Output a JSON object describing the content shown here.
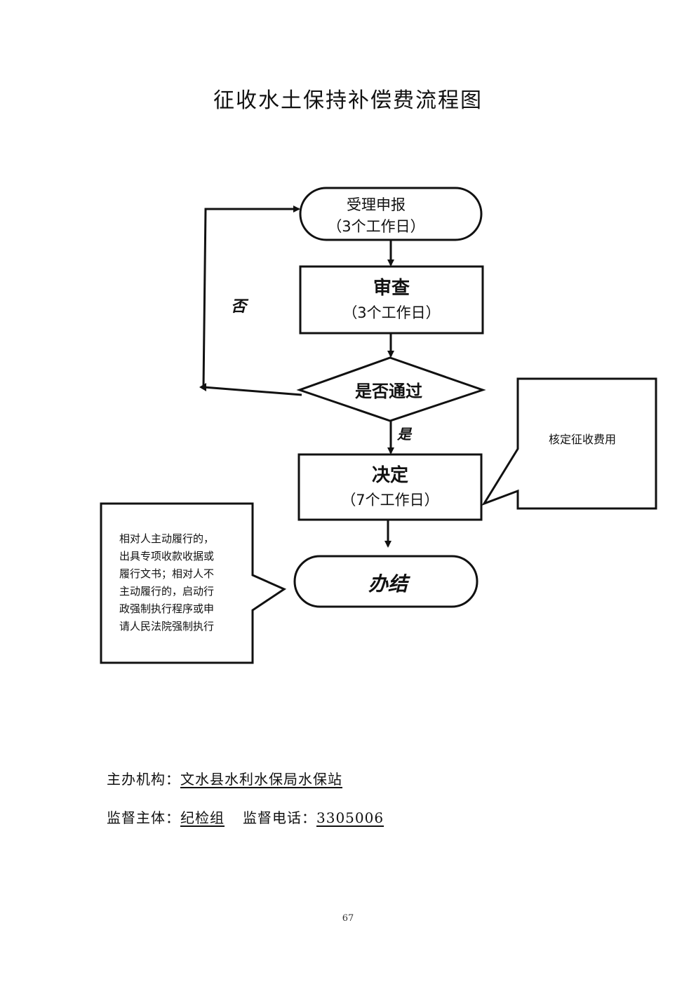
{
  "title": "征收水土保持补偿费流程图",
  "nodes": {
    "accept": {
      "line1": "受理申报",
      "line2": "（3个工作日）"
    },
    "review": {
      "line1": "审查",
      "line2": "（3个工作日）"
    },
    "decision": {
      "label": "是否通过"
    },
    "decide": {
      "line1": "决定",
      "line2": "（7个工作日）"
    },
    "finish": {
      "label": "办结"
    }
  },
  "edges": {
    "no_label": "否",
    "yes_label": "是"
  },
  "callouts": {
    "fee": {
      "text": "核定征收费用"
    },
    "note": {
      "lines": [
        "相对人主动履行的，",
        "出具专项收款收据或",
        "履行文书；相对人不",
        "主动履行的，启动行",
        "政强制执行程序或申",
        "请人民法院强制执行"
      ]
    }
  },
  "footer": {
    "org_label": "主办机构：",
    "org_value": "文水县水利水保局水保站",
    "supervisor_label": "监督主体：",
    "supervisor_value": "纪检组",
    "phone_label": "监督电话：",
    "phone_value": "3305006"
  },
  "page_number": "67"
}
